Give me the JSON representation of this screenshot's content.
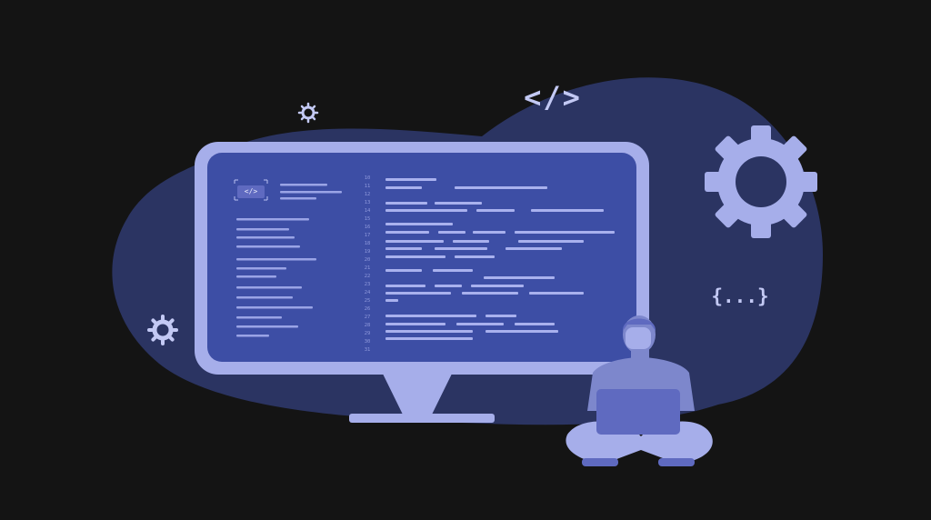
{
  "illustration": {
    "code_tag_text": "</>",
    "braces_text": "{...}",
    "small_tag_text": "</>",
    "line_numbers": [
      "10",
      "11",
      "12",
      "13",
      "14",
      "15",
      "16",
      "17",
      "18",
      "19",
      "20",
      "21",
      "22",
      "23",
      "24",
      "25",
      "26",
      "27",
      "28",
      "29",
      "30",
      "31"
    ]
  },
  "colors": {
    "background": "#141414",
    "blob": "#2b3462",
    "monitor_frame": "#a6aeea",
    "screen": "#3d4ea5",
    "accent_light": "#c3c9f4",
    "person": "#7d87cc"
  }
}
